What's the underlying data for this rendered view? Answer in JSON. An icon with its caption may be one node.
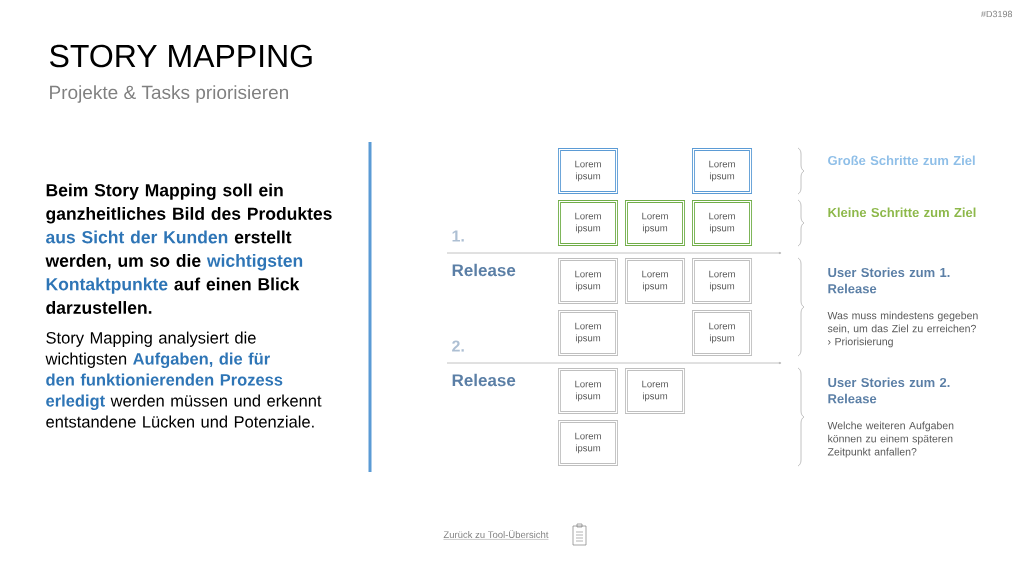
{
  "diagram": {
    "title": "STORY MAPPING",
    "nodes": [
      {
        "text": [
          "Lorem ipsum"
        ]
      },
      {
        "text": [
          "Lorem ipsum"
        ]
      },
      {
        "text": [
          "Lorem ipsum"
        ]
      },
      {
        "text": [
          "Lorem ipsum"
        ]
      },
      {
        "text": [
          "Lorem ipsum"
        ]
      },
      {
        "text": [
          "Lorem ipsum"
        ]
      },
      {
        "text": [
          "Lorem ipsum"
        ]
      },
      {
        "text": [
          "Lorem ipsum"
        ]
      },
      {
        "text": [
          "Lorem ipsum"
        ]
      },
      {
        "text": [
          "Lorem ipsum"
        ]
      },
      {
        "text": [
          "Lorem ipsum"
        ]
      },
      {
        "text": [
          "Lorem ipsum"
        ]
      },
      {
        "text": [
          "Lorem ipsum"
        ]
      }
    ],
    "labels": [
      "#D3198",
      "Projekte & Tasks priorisieren",
      "Beim Story Mapping soll ein ganzheitliches Bild des Produktes",
      "aus Sicht der Kunden",
      "erstellt werden, um so die",
      "wichtigsten Kontaktpunkte",
      "auf einen Blick darzustellen.",
      "Story Mapping analysiert die wichtigsten",
      "Aufgaben, die für den funktionierenden Prozess erledigt",
      "werden müssen und erkennt entstandene Lücken und Potenziale.",
      "1.",
      "Release",
      "2.",
      "Release",
      "Große Schritte zum Ziel",
      "Kleine Schritte zum Ziel",
      "User Stories zum 1. Release",
      "Was muss mindestens gegeben sein, um das Ziel zu erreichen?",
      "› Priorisierung",
      "User Stories zum 2. Release",
      "Welche weiteren Aufgaben können zu einem späteren Zeitpunkt anfallen?",
      "Zurück zu Tool-Übersicht"
    ]
  }
}
